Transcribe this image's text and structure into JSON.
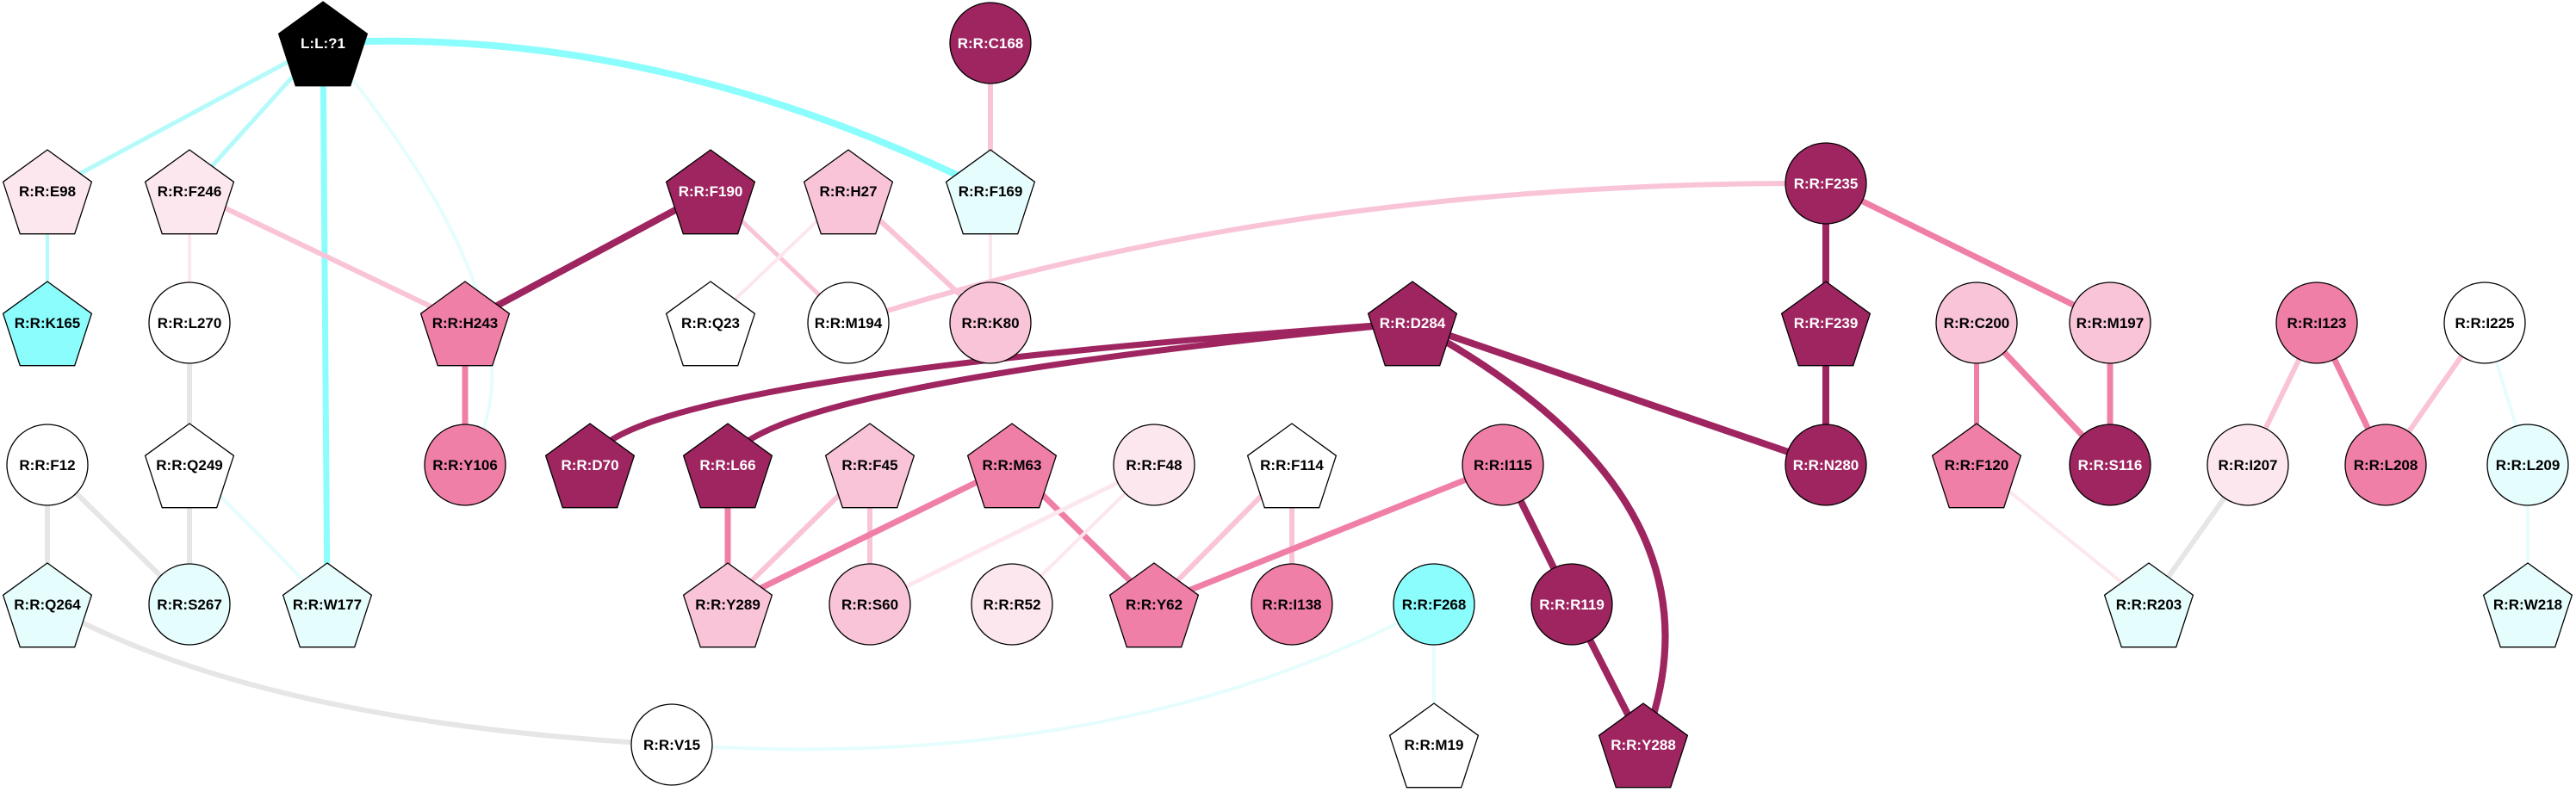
{
  "palette": {
    "black": "#000000",
    "cyan": "#8cfdfd",
    "light_cyan": "#e6fdfd",
    "white": "#ffffff",
    "very_light_pink": "#fde7ee",
    "light_pink": "#f9c4d8",
    "pink": "#f07fa8",
    "dark_pink": "#9e2560",
    "gray": "#e6e6e6"
  },
  "nodes": [
    {
      "id": "L:L:?1",
      "label": "L:L:?1",
      "shape": "pentagon",
      "fill": "#000000",
      "text": "#ffffff"
    },
    {
      "id": "R:R:C168",
      "label": "R:R:C168",
      "shape": "circle",
      "fill": "#9e2560",
      "text": "#ffffff"
    },
    {
      "id": "R:R:E98",
      "label": "R:R:E98",
      "shape": "pentagon",
      "fill": "#fde7ee",
      "text": "#000000"
    },
    {
      "id": "R:R:F246",
      "label": "R:R:F246",
      "shape": "pentagon",
      "fill": "#fde7ee",
      "text": "#000000"
    },
    {
      "id": "R:R:F190",
      "label": "R:R:F190",
      "shape": "pentagon",
      "fill": "#9e2560",
      "text": "#ffffff"
    },
    {
      "id": "R:R:H27",
      "label": "R:R:H27",
      "shape": "pentagon",
      "fill": "#f9c4d8",
      "text": "#000000"
    },
    {
      "id": "R:R:F169",
      "label": "R:R:F169",
      "shape": "pentagon",
      "fill": "#e6fdfd",
      "text": "#000000"
    },
    {
      "id": "R:R:F235",
      "label": "R:R:F235",
      "shape": "circle",
      "fill": "#9e2560",
      "text": "#ffffff"
    },
    {
      "id": "R:R:K165",
      "label": "R:R:K165",
      "shape": "pentagon",
      "fill": "#8cfdfd",
      "text": "#000000"
    },
    {
      "id": "R:R:L270",
      "label": "R:R:L270",
      "shape": "circle",
      "fill": "#ffffff",
      "text": "#000000"
    },
    {
      "id": "R:R:H243",
      "label": "R:R:H243",
      "shape": "pentagon",
      "fill": "#f07fa8",
      "text": "#000000"
    },
    {
      "id": "R:R:Q23",
      "label": "R:R:Q23",
      "shape": "pentagon",
      "fill": "#ffffff",
      "text": "#000000"
    },
    {
      "id": "R:R:M194",
      "label": "R:R:M194",
      "shape": "circle",
      "fill": "#ffffff",
      "text": "#000000"
    },
    {
      "id": "R:R:K80",
      "label": "R:R:K80",
      "shape": "circle",
      "fill": "#f9c4d8",
      "text": "#000000"
    },
    {
      "id": "R:R:D284",
      "label": "R:R:D284",
      "shape": "pentagon",
      "fill": "#9e2560",
      "text": "#ffffff"
    },
    {
      "id": "R:R:F239",
      "label": "R:R:F239",
      "shape": "pentagon",
      "fill": "#9e2560",
      "text": "#ffffff"
    },
    {
      "id": "R:R:C200",
      "label": "R:R:C200",
      "shape": "circle",
      "fill": "#f9c4d8",
      "text": "#000000"
    },
    {
      "id": "R:R:M197",
      "label": "R:R:M197",
      "shape": "circle",
      "fill": "#f9c4d8",
      "text": "#000000"
    },
    {
      "id": "R:R:I123",
      "label": "R:R:I123",
      "shape": "circle",
      "fill": "#f07fa8",
      "text": "#000000"
    },
    {
      "id": "R:R:I225",
      "label": "R:R:I225",
      "shape": "circle",
      "fill": "#ffffff",
      "text": "#000000"
    },
    {
      "id": "R:R:F12",
      "label": "R:R:F12",
      "shape": "circle",
      "fill": "#ffffff",
      "text": "#000000"
    },
    {
      "id": "R:R:Q249",
      "label": "R:R:Q249",
      "shape": "pentagon",
      "fill": "#ffffff",
      "text": "#000000"
    },
    {
      "id": "R:R:Y106",
      "label": "R:R:Y106",
      "shape": "circle",
      "fill": "#f07fa8",
      "text": "#000000"
    },
    {
      "id": "R:R:D70",
      "label": "R:R:D70",
      "shape": "pentagon",
      "fill": "#9e2560",
      "text": "#ffffff"
    },
    {
      "id": "R:R:L66",
      "label": "R:R:L66",
      "shape": "pentagon",
      "fill": "#9e2560",
      "text": "#ffffff"
    },
    {
      "id": "R:R:F45",
      "label": "R:R:F45",
      "shape": "pentagon",
      "fill": "#f9c4d8",
      "text": "#000000"
    },
    {
      "id": "R:R:M63",
      "label": "R:R:M63",
      "shape": "pentagon",
      "fill": "#f07fa8",
      "text": "#000000"
    },
    {
      "id": "R:R:F48",
      "label": "R:R:F48",
      "shape": "circle",
      "fill": "#fde7ee",
      "text": "#000000"
    },
    {
      "id": "R:R:F114",
      "label": "R:R:F114",
      "shape": "pentagon",
      "fill": "#ffffff",
      "text": "#000000"
    },
    {
      "id": "R:R:I115",
      "label": "R:R:I115",
      "shape": "circle",
      "fill": "#f07fa8",
      "text": "#000000"
    },
    {
      "id": "R:R:N280",
      "label": "R:R:N280",
      "shape": "circle",
      "fill": "#9e2560",
      "text": "#ffffff"
    },
    {
      "id": "R:R:F120",
      "label": "R:R:F120",
      "shape": "pentagon",
      "fill": "#f07fa8",
      "text": "#000000"
    },
    {
      "id": "R:R:S116",
      "label": "R:R:S116",
      "shape": "circle",
      "fill": "#9e2560",
      "text": "#ffffff"
    },
    {
      "id": "R:R:I207",
      "label": "R:R:I207",
      "shape": "circle",
      "fill": "#fde7ee",
      "text": "#000000"
    },
    {
      "id": "R:R:L208",
      "label": "R:R:L208",
      "shape": "circle",
      "fill": "#f07fa8",
      "text": "#000000"
    },
    {
      "id": "R:R:L209",
      "label": "R:R:L209",
      "shape": "circle",
      "fill": "#e6fdfd",
      "text": "#000000"
    },
    {
      "id": "R:R:Q264",
      "label": "R:R:Q264",
      "shape": "pentagon",
      "fill": "#e6fdfd",
      "text": "#000000"
    },
    {
      "id": "R:R:S267",
      "label": "R:R:S267",
      "shape": "circle",
      "fill": "#e6fdfd",
      "text": "#000000"
    },
    {
      "id": "R:R:W177",
      "label": "R:R:W177",
      "shape": "pentagon",
      "fill": "#e6fdfd",
      "text": "#000000"
    },
    {
      "id": "R:R:Y289",
      "label": "R:R:Y289",
      "shape": "pentagon",
      "fill": "#f9c4d8",
      "text": "#000000"
    },
    {
      "id": "R:R:S60",
      "label": "R:R:S60",
      "shape": "circle",
      "fill": "#f9c4d8",
      "text": "#000000"
    },
    {
      "id": "R:R:R52",
      "label": "R:R:R52",
      "shape": "circle",
      "fill": "#fde7ee",
      "text": "#000000"
    },
    {
      "id": "R:R:Y62",
      "label": "R:R:Y62",
      "shape": "pentagon",
      "fill": "#f07fa8",
      "text": "#000000"
    },
    {
      "id": "R:R:I138",
      "label": "R:R:I138",
      "shape": "circle",
      "fill": "#f07fa8",
      "text": "#000000"
    },
    {
      "id": "R:R:F268",
      "label": "R:R:F268",
      "shape": "circle",
      "fill": "#8cfdfd",
      "text": "#000000"
    },
    {
      "id": "R:R:R119",
      "label": "R:R:R119",
      "shape": "circle",
      "fill": "#9e2560",
      "text": "#ffffff"
    },
    {
      "id": "R:R:R203",
      "label": "R:R:R203",
      "shape": "pentagon",
      "fill": "#e6fdfd",
      "text": "#000000"
    },
    {
      "id": "R:R:W218",
      "label": "R:R:W218",
      "shape": "pentagon",
      "fill": "#e6fdfd",
      "text": "#000000"
    },
    {
      "id": "R:R:V15",
      "label": "R:R:V15",
      "shape": "circle",
      "fill": "#ffffff",
      "text": "#000000"
    },
    {
      "id": "R:R:M19",
      "label": "R:R:M19",
      "shape": "pentagon",
      "fill": "#ffffff",
      "text": "#000000"
    },
    {
      "id": "R:R:Y288",
      "label": "R:R:Y288",
      "shape": "pentagon",
      "fill": "#9e2560",
      "text": "#ffffff"
    }
  ],
  "edges": [
    {
      "from": "L:L:?1",
      "to": "R:R:E98",
      "color": "#b5fafa",
      "weight": 5
    },
    {
      "from": "L:L:?1",
      "to": "R:R:F246",
      "color": "#b5fafa",
      "weight": 5
    },
    {
      "from": "L:L:?1",
      "to": "R:R:F169",
      "color": "#8cfdfd",
      "weight": 8
    },
    {
      "from": "L:L:?1",
      "to": "R:R:W177",
      "color": "#8cfdfd",
      "weight": 7
    },
    {
      "from": "L:L:?1",
      "to": "R:R:Y106",
      "color": "#e6fdfd",
      "weight": 4
    },
    {
      "from": "R:R:C168",
      "to": "R:R:F169",
      "color": "#f9c4d8",
      "weight": 6
    },
    {
      "from": "R:R:F169",
      "to": "R:R:K80",
      "color": "#fde7ee",
      "weight": 4
    },
    {
      "from": "R:R:E98",
      "to": "R:R:K165",
      "color": "#b5fafa",
      "weight": 4
    },
    {
      "from": "R:R:F246",
      "to": "R:R:L270",
      "color": "#fde7ee",
      "weight": 4
    },
    {
      "from": "R:R:F246",
      "to": "R:R:H243",
      "color": "#f9c4d8",
      "weight": 6
    },
    {
      "from": "R:R:F190",
      "to": "R:R:H243",
      "color": "#9e2560",
      "weight": 8
    },
    {
      "from": "R:R:H243",
      "to": "R:R:Y106",
      "color": "#f07fa8",
      "weight": 7
    },
    {
      "from": "R:R:F190",
      "to": "R:R:M194",
      "color": "#f9c4d8",
      "weight": 5
    },
    {
      "from": "R:R:H27",
      "to": "R:R:Q23",
      "color": "#fde7ee",
      "weight": 4
    },
    {
      "from": "R:R:H27",
      "to": "R:R:K80",
      "color": "#f9c4d8",
      "weight": 6
    },
    {
      "from": "R:R:F235",
      "to": "R:R:M194",
      "color": "#f9c4d8",
      "weight": 6
    },
    {
      "from": "R:R:F235",
      "to": "R:R:F239",
      "color": "#9e2560",
      "weight": 8
    },
    {
      "from": "R:R:F235",
      "to": "R:R:M197",
      "color": "#f07fa8",
      "weight": 7
    },
    {
      "from": "R:R:F239",
      "to": "R:R:N280",
      "color": "#9e2560",
      "weight": 8
    },
    {
      "from": "R:R:D284",
      "to": "R:R:D70",
      "color": "#9e2560",
      "weight": 7
    },
    {
      "from": "R:R:D284",
      "to": "R:R:L66",
      "color": "#9e2560",
      "weight": 7
    },
    {
      "from": "R:R:D284",
      "to": "R:R:N280",
      "color": "#9e2560",
      "weight": 8
    },
    {
      "from": "R:R:D284",
      "to": "R:R:Y288",
      "color": "#9e2560",
      "weight": 8
    },
    {
      "from": "R:R:C200",
      "to": "R:R:F120",
      "color": "#f07fa8",
      "weight": 6
    },
    {
      "from": "R:R:C200",
      "to": "R:R:S116",
      "color": "#f07fa8",
      "weight": 7
    },
    {
      "from": "R:R:M197",
      "to": "R:R:S116",
      "color": "#f07fa8",
      "weight": 7
    },
    {
      "from": "R:R:F120",
      "to": "R:R:R203",
      "color": "#fde7ee",
      "weight": 4
    },
    {
      "from": "R:R:I123",
      "to": "R:R:I207",
      "color": "#f9c4d8",
      "weight": 6
    },
    {
      "from": "R:R:I123",
      "to": "R:R:L208",
      "color": "#f07fa8",
      "weight": 7
    },
    {
      "from": "R:R:I225",
      "to": "R:R:L208",
      "color": "#f9c4d8",
      "weight": 6
    },
    {
      "from": "R:R:I225",
      "to": "R:R:L209",
      "color": "#e6fdfd",
      "weight": 4
    },
    {
      "from": "R:R:I207",
      "to": "R:R:R203",
      "color": "#e6e6e6",
      "weight": 6
    },
    {
      "from": "R:R:L209",
      "to": "R:R:W218",
      "color": "#e6fdfd",
      "weight": 4
    },
    {
      "from": "R:R:L270",
      "to": "R:R:Q249",
      "color": "#e6e6e6",
      "weight": 6
    },
    {
      "from": "R:R:Q249",
      "to": "R:R:S267",
      "color": "#e6e6e6",
      "weight": 6
    },
    {
      "from": "R:R:Q249",
      "to": "R:R:W177",
      "color": "#e6fdfd",
      "weight": 4
    },
    {
      "from": "R:R:F12",
      "to": "R:R:Q264",
      "color": "#e6e6e6",
      "weight": 6
    },
    {
      "from": "R:R:F12",
      "to": "R:R:S267",
      "color": "#e6e6e6",
      "weight": 6
    },
    {
      "from": "R:R:Q264",
      "to": "R:R:V15",
      "color": "#e6e6e6",
      "weight": 6
    },
    {
      "from": "R:R:V15",
      "to": "R:R:F268",
      "color": "#e6fdfd",
      "weight": 4
    },
    {
      "from": "R:R:F268",
      "to": "R:R:M19",
      "color": "#e6fdfd",
      "weight": 4
    },
    {
      "from": "R:R:L66",
      "to": "R:R:Y289",
      "color": "#f07fa8",
      "weight": 7
    },
    {
      "from": "R:R:F45",
      "to": "R:R:Y289",
      "color": "#f9c4d8",
      "weight": 6
    },
    {
      "from": "R:R:F45",
      "to": "R:R:S60",
      "color": "#f9c4d8",
      "weight": 6
    },
    {
      "from": "R:R:M63",
      "to": "R:R:Y289",
      "color": "#f07fa8",
      "weight": 7
    },
    {
      "from": "R:R:M63",
      "to": "R:R:Y62",
      "color": "#f07fa8",
      "weight": 7
    },
    {
      "from": "R:R:F48",
      "to": "R:R:S60",
      "color": "#fde7ee",
      "weight": 5
    },
    {
      "from": "R:R:F48",
      "to": "R:R:R52",
      "color": "#fde7ee",
      "weight": 4
    },
    {
      "from": "R:R:F114",
      "to": "R:R:Y62",
      "color": "#f9c4d8",
      "weight": 6
    },
    {
      "from": "R:R:F114",
      "to": "R:R:I138",
      "color": "#f9c4d8",
      "weight": 6
    },
    {
      "from": "R:R:I115",
      "to": "R:R:Y62",
      "color": "#f07fa8",
      "weight": 7
    },
    {
      "from": "R:R:I115",
      "to": "R:R:R119",
      "color": "#9e2560",
      "weight": 8
    },
    {
      "from": "R:R:R119",
      "to": "R:R:Y288",
      "color": "#9e2560",
      "weight": 8
    }
  ]
}
